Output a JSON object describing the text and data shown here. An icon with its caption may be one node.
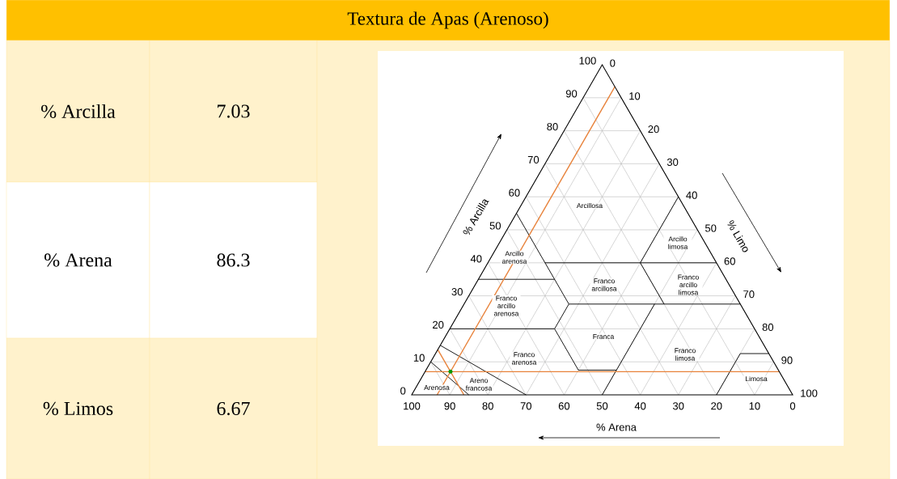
{
  "diagram": {
    "title": "Textura de Apas (Arenoso)",
    "labels": [
      "% Arcilla",
      "7.03",
      "% Arena",
      "86.3",
      "% Limos",
      "6.67",
      "100",
      "90",
      "80",
      "70",
      "60",
      "50",
      "40",
      "30",
      "20",
      "10",
      "0",
      "0",
      "10",
      "20",
      "30",
      "40",
      "50",
      "60",
      "70",
      "80",
      "90",
      "100",
      "100",
      "90",
      "80",
      "70",
      "60",
      "50",
      "40",
      "30",
      "20",
      "10",
      "0",
      "% Arcilla",
      "% Limo",
      "% Arena",
      "Arcillosa",
      "Arcillo limosa",
      "Arcillo arenosa",
      "Franco arcillosa",
      "Franco arcillo limosa",
      "Franco arcillo arenosa",
      "Franca",
      "Franco arenosa",
      "Franco limosa",
      "Arenosa",
      "Areno francosa",
      "Limosa"
    ]
  }
}
